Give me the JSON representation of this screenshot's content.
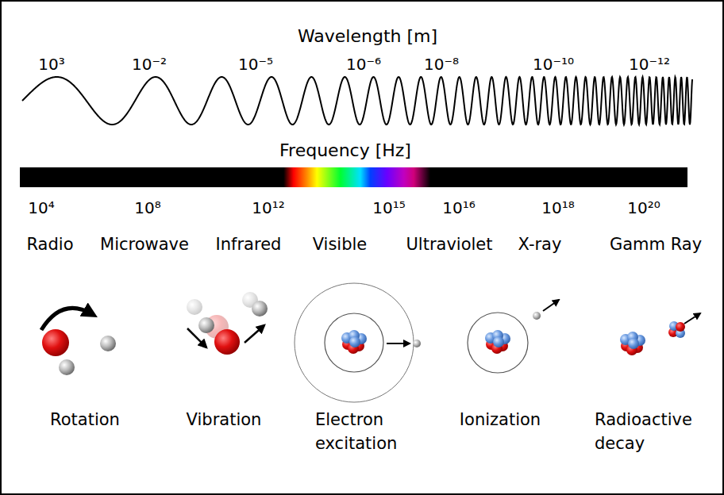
{
  "diagram": {
    "labels": [
      "Wavelength [m]",
      "10³",
      "10⁻²",
      "10⁻⁵",
      "10⁻⁶",
      "10⁻⁸",
      "10⁻¹⁰",
      "10⁻¹²",
      "Frequency [Hz]",
      "10⁴",
      "10⁸",
      "10¹²",
      "10¹⁵",
      "10¹⁶",
      "10¹⁸",
      "10²⁰",
      "Radio",
      "Microwave",
      "Infrared",
      "Visible",
      "Ultraviolet",
      "X-ray",
      "Gamm Ray",
      "Rotation",
      "Vibration",
      "Electron excitation",
      "Ionization",
      "Radioactive decay"
    ]
  }
}
